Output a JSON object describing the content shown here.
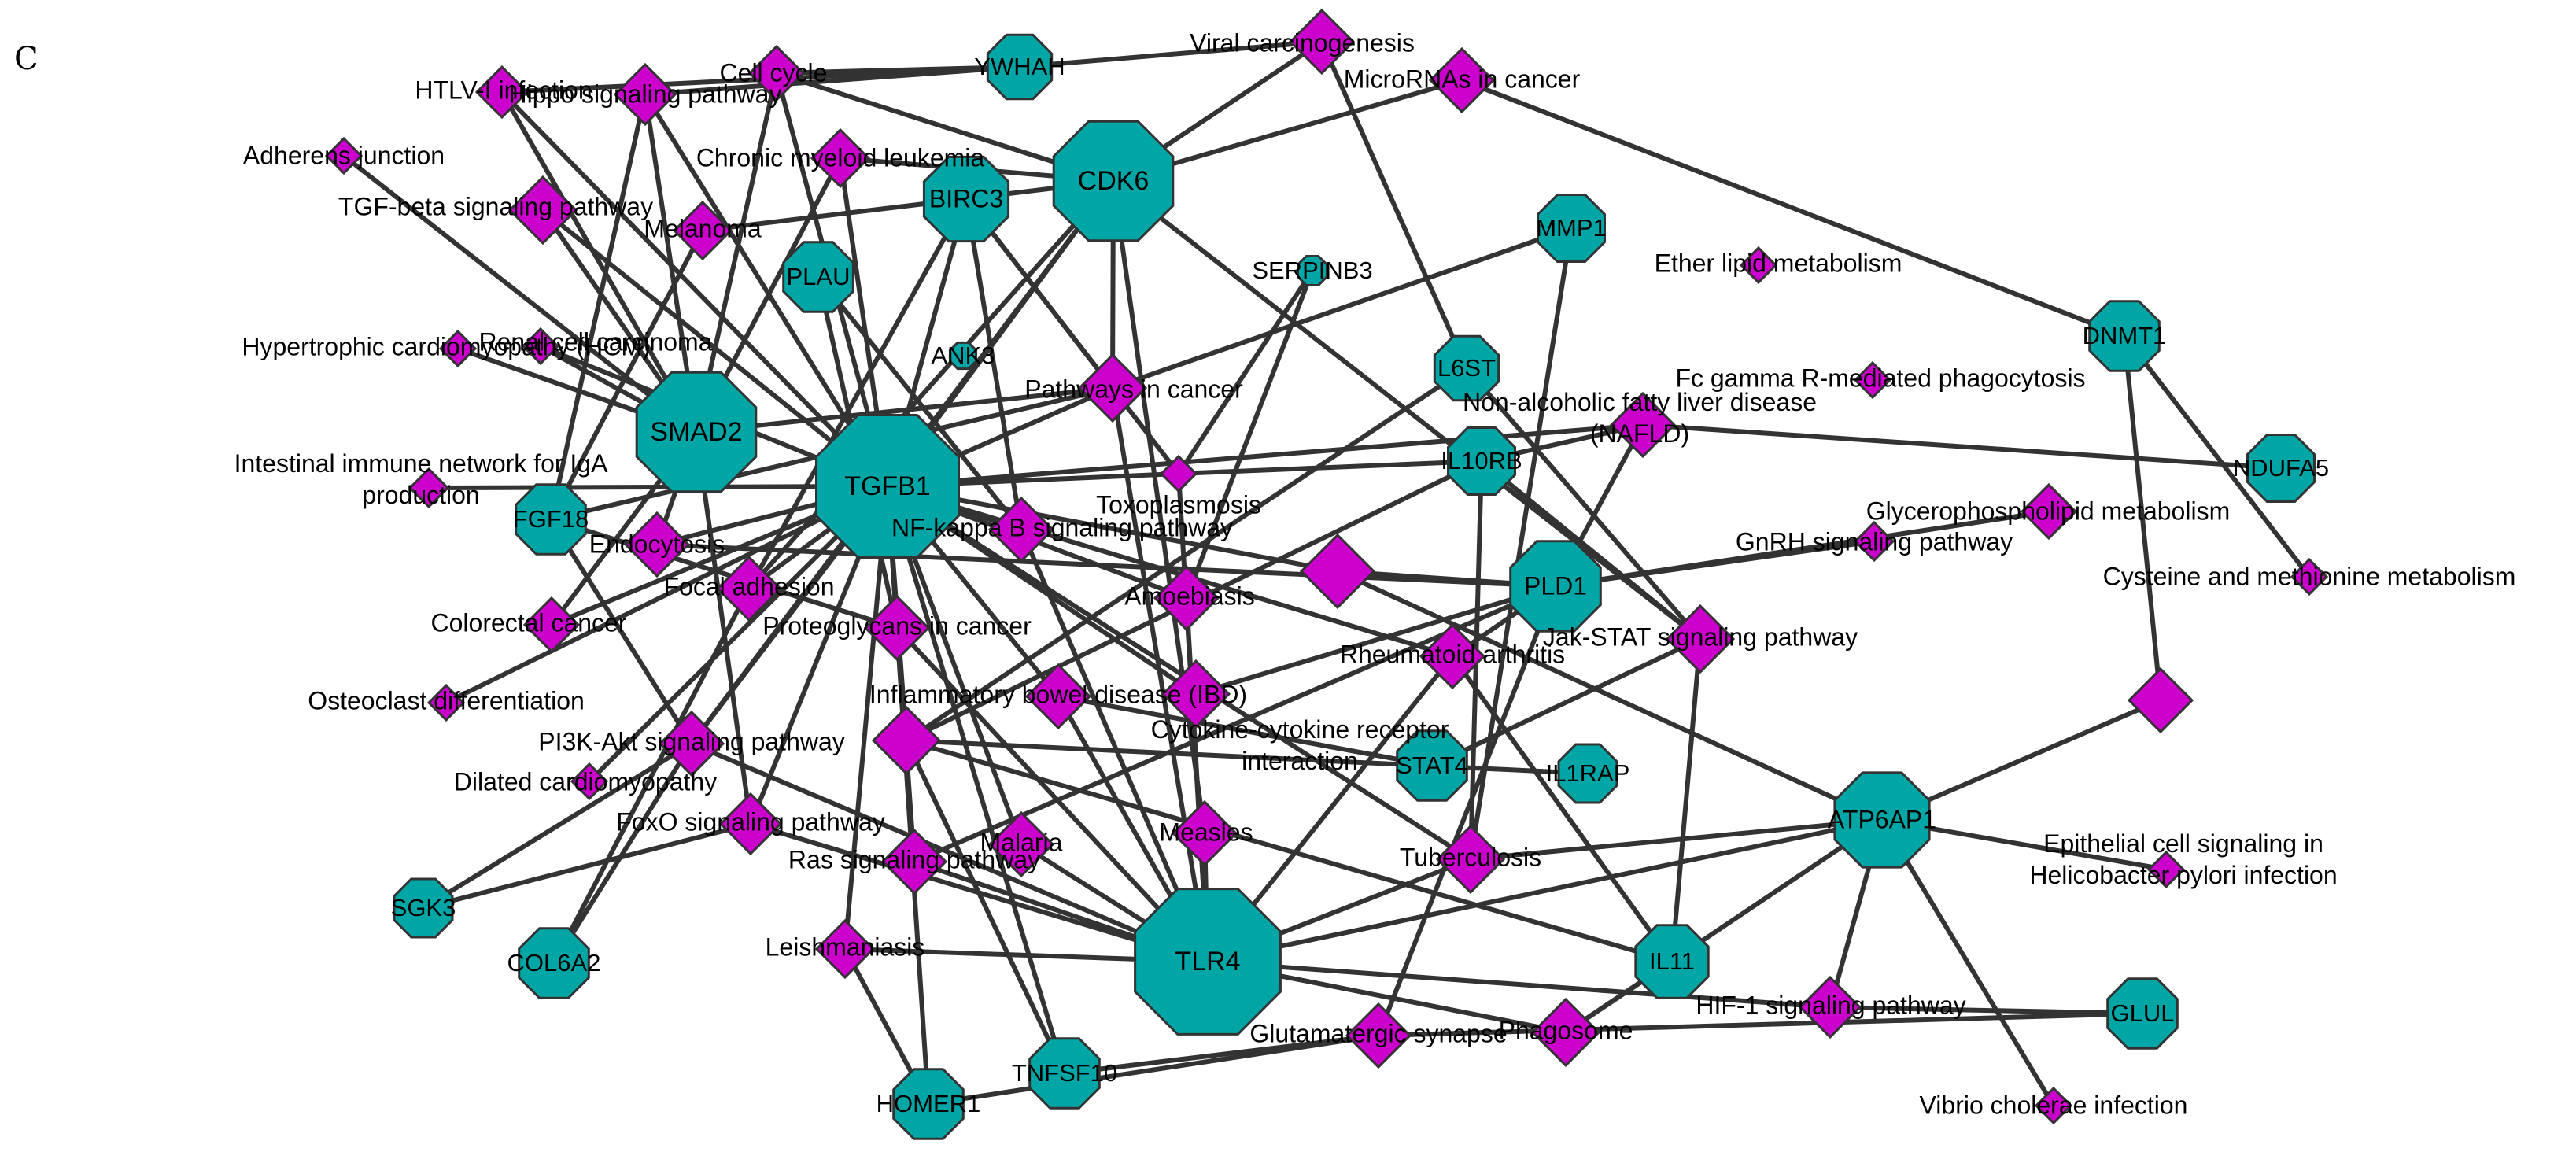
{
  "panel_label": "C",
  "colors": {
    "gene": "#00a6a6",
    "pathway": "#cc00cc",
    "edge": "#333333",
    "outline": "#333333"
  },
  "genes": [
    {
      "id": "YWHAH",
      "label": "YWHAH"
    },
    {
      "id": "CDK6",
      "label": "CDK6"
    },
    {
      "id": "BIRC3",
      "label": "BIRC3"
    },
    {
      "id": "PLAU",
      "label": "PLAU"
    },
    {
      "id": "MMP1",
      "label": "MMP1"
    },
    {
      "id": "SERPINB3",
      "label": "SERPINB3"
    },
    {
      "id": "ANK3",
      "label": "ANK3"
    },
    {
      "id": "L6ST",
      "label": "L6ST"
    },
    {
      "id": "DNMT1",
      "label": "DNMT1"
    },
    {
      "id": "SMAD2",
      "label": "SMAD2"
    },
    {
      "id": "TGFB1",
      "label": "TGFB1"
    },
    {
      "id": "IL10RB",
      "label": "IL10RB"
    },
    {
      "id": "NDUFA5",
      "label": "NDUFA5"
    },
    {
      "id": "FGF18",
      "label": "FGF18"
    },
    {
      "id": "PLD1",
      "label": "PLD1"
    },
    {
      "id": "STAT4",
      "label": "STAT4"
    },
    {
      "id": "IL1RAP",
      "label": "IL1RAP"
    },
    {
      "id": "ATP6AP1",
      "label": "ATP6AP1"
    },
    {
      "id": "SGK3",
      "label": "SGK3"
    },
    {
      "id": "COL6A2",
      "label": "COL6A2"
    },
    {
      "id": "TLR4",
      "label": "TLR4"
    },
    {
      "id": "IL11",
      "label": "IL11"
    },
    {
      "id": "GLUL",
      "label": "GLUL"
    },
    {
      "id": "TNFSF10",
      "label": "TNFSF10"
    },
    {
      "id": "HOMER1",
      "label": "HOMER1"
    }
  ],
  "pathways": [
    {
      "id": "htlv",
      "label": "HTLV-I infection"
    },
    {
      "id": "hippo",
      "label": "Hippo signaling pathway"
    },
    {
      "id": "cellcycle",
      "label": "Cell cycle"
    },
    {
      "id": "viral",
      "label": "Viral carcinogenesis"
    },
    {
      "id": "mirna",
      "label": "MicroRNAs in cancer"
    },
    {
      "id": "adherens",
      "label": "Adherens junction"
    },
    {
      "id": "cml",
      "label": "Chronic myeloid leukemia"
    },
    {
      "id": "tgfbeta",
      "label": "TGF-beta signaling pathway"
    },
    {
      "id": "melanoma",
      "label": "Melanoma"
    },
    {
      "id": "etherlipid",
      "label": "Ether lipid metabolism"
    },
    {
      "id": "hcm",
      "label": "Hypertrophic cardiomyopathy (HCM)"
    },
    {
      "id": "renal",
      "label": "Renal cell carcinoma"
    },
    {
      "id": "fcgamma",
      "label": "Fc gamma R-mediated phagocytosis"
    },
    {
      "id": "pathcancer",
      "label": "Pathways in cancer"
    },
    {
      "id": "nafld",
      "label": "Non-alcoholic fatty liver disease (NAFLD)"
    },
    {
      "id": "intestinal",
      "label": "Intestinal immune network for IgA production"
    },
    {
      "id": "toxo",
      "label": "Toxoplasmosis"
    },
    {
      "id": "nfkb",
      "label": "NF-kappa B signaling pathway"
    },
    {
      "id": "glycero",
      "label": "Glycerophospholipid metabolism"
    },
    {
      "id": "endocytosis",
      "label": "Endocytosis"
    },
    {
      "id": "gnrh",
      "label": "GnRH signaling pathway"
    },
    {
      "id": "focal",
      "label": "Focal adhesion"
    },
    {
      "id": "amoebiasis",
      "label": "Amoebiasis"
    },
    {
      "id": "unlabeled1",
      "label": ""
    },
    {
      "id": "cysteine",
      "label": "Cysteine and methionine metabolism"
    },
    {
      "id": "colorectal",
      "label": "Colorectal cancer"
    },
    {
      "id": "proteo",
      "label": "Proteoglycans in cancer"
    },
    {
      "id": "jakstat",
      "label": "Jak-STAT signaling pathway"
    },
    {
      "id": "rheum",
      "label": "Rheumatoid arthritis"
    },
    {
      "id": "osteoclast",
      "label": "Osteoclast differentiation"
    },
    {
      "id": "ibd",
      "label": "Inflammatory bowel disease (IBD)"
    },
    {
      "id": "unlabeled2",
      "label": ""
    },
    {
      "id": "pi3k",
      "label": "PI3K-Akt signaling pathway"
    },
    {
      "id": "unlabeled3",
      "label": ""
    },
    {
      "id": "cytokine",
      "label": "Cytokine-cytokine receptor interaction"
    },
    {
      "id": "dilated",
      "label": "Dilated cardiomyopathy"
    },
    {
      "id": "foxo",
      "label": "FoxO signaling pathway"
    },
    {
      "id": "malaria",
      "label": "Malaria"
    },
    {
      "id": "ras",
      "label": "Ras signaling pathway"
    },
    {
      "id": "measles",
      "label": "Measles"
    },
    {
      "id": "tuberculosis",
      "label": "Tuberculosis"
    },
    {
      "id": "epithelial",
      "label": "Epithelial cell signaling in Helicobacter pylori infection"
    },
    {
      "id": "leish",
      "label": "Leishmaniasis"
    },
    {
      "id": "hif1",
      "label": "HIF-1 signaling pathway"
    },
    {
      "id": "glutamatergic",
      "label": "Glutamatergic synapse"
    },
    {
      "id": "phagosome",
      "label": "Phagosome"
    },
    {
      "id": "vibrio",
      "label": "Vibrio cholerae infection"
    }
  ],
  "edges": [
    [
      "htlv",
      "SMAD2"
    ],
    [
      "htlv",
      "TGFB1"
    ],
    [
      "htlv",
      "YWHAH"
    ],
    [
      "hippo",
      "SMAD2"
    ],
    [
      "hippo",
      "TGFB1"
    ],
    [
      "hippo",
      "YWHAH"
    ],
    [
      "hippo",
      "FGF18"
    ],
    [
      "cellcycle",
      "YWHAH"
    ],
    [
      "cellcycle",
      "CDK6"
    ],
    [
      "cellcycle",
      "SMAD2"
    ],
    [
      "cellcycle",
      "TGFB1"
    ],
    [
      "viral",
      "YWHAH"
    ],
    [
      "viral",
      "CDK6"
    ],
    [
      "viral",
      "L6ST"
    ],
    [
      "mirna",
      "CDK6"
    ],
    [
      "mirna",
      "DNMT1"
    ],
    [
      "adherens",
      "SMAD2"
    ],
    [
      "cml",
      "CDK6"
    ],
    [
      "cml",
      "SMAD2"
    ],
    [
      "cml",
      "TGFB1"
    ],
    [
      "tgfbeta",
      "SMAD2"
    ],
    [
      "tgfbeta",
      "TGFB1"
    ],
    [
      "melanoma",
      "CDK6"
    ],
    [
      "melanoma",
      "FGF18"
    ],
    [
      "hcm",
      "SMAD2"
    ],
    [
      "renal",
      "SMAD2"
    ],
    [
      "renal",
      "TGFB1"
    ],
    [
      "pathcancer",
      "CDK6"
    ],
    [
      "pathcancer",
      "BIRC3"
    ],
    [
      "pathcancer",
      "TGFB1"
    ],
    [
      "pathcancer",
      "SMAD2"
    ],
    [
      "pathcancer",
      "MMP1"
    ],
    [
      "pathcancer",
      "TLR4"
    ],
    [
      "pathcancer",
      "FGF18"
    ],
    [
      "nafld",
      "TGFB1"
    ],
    [
      "nafld",
      "NDUFA5"
    ],
    [
      "nafld",
      "PLD1"
    ],
    [
      "nafld",
      "IL10RB"
    ],
    [
      "intestinal",
      "TGFB1"
    ],
    [
      "toxo",
      "BIRC3"
    ],
    [
      "toxo",
      "TGFB1"
    ],
    [
      "toxo",
      "TLR4"
    ],
    [
      "toxo",
      "IL10RB"
    ],
    [
      "toxo",
      "SERPINB3"
    ],
    [
      "nfkb",
      "BIRC3"
    ],
    [
      "nfkb",
      "TGFB1"
    ],
    [
      "nfkb",
      "TLR4"
    ],
    [
      "nfkb",
      "PLAU"
    ],
    [
      "glycero",
      "PLD1"
    ],
    [
      "gnrh",
      "PLD1"
    ],
    [
      "endocytosis",
      "SMAD2"
    ],
    [
      "endocytosis",
      "TGFB1"
    ],
    [
      "endocytosis",
      "PLD1"
    ],
    [
      "focal",
      "BIRC3"
    ],
    [
      "focal",
      "TGFB1"
    ],
    [
      "focal",
      "COL6A2"
    ],
    [
      "focal",
      "CDK6"
    ],
    [
      "amoebiasis",
      "TGFB1"
    ],
    [
      "amoebiasis",
      "TLR4"
    ],
    [
      "amoebiasis",
      "SERPINB3"
    ],
    [
      "unlabeled1",
      "TGFB1"
    ],
    [
      "unlabeled1",
      "PLD1"
    ],
    [
      "unlabeled1",
      "ATP6AP1"
    ],
    [
      "cysteine",
      "DNMT1"
    ],
    [
      "colorectal",
      "SMAD2"
    ],
    [
      "colorectal",
      "TGFB1"
    ],
    [
      "proteo",
      "TGFB1"
    ],
    [
      "proteo",
      "TLR4"
    ],
    [
      "proteo",
      "PLAU"
    ],
    [
      "proteo",
      "FGF18"
    ],
    [
      "jakstat",
      "L6ST"
    ],
    [
      "jakstat",
      "IL10RB"
    ],
    [
      "jakstat",
      "STAT4"
    ],
    [
      "jakstat",
      "IL11"
    ],
    [
      "jakstat",
      "CDK6"
    ],
    [
      "rheum",
      "TGFB1"
    ],
    [
      "rheum",
      "TLR4"
    ],
    [
      "rheum",
      "IL11"
    ],
    [
      "rheum",
      "PLD1"
    ],
    [
      "osteoclast",
      "TGFB1"
    ],
    [
      "ibd",
      "TGFB1"
    ],
    [
      "ibd",
      "TLR4"
    ],
    [
      "ibd",
      "STAT4"
    ],
    [
      "unlabeled2",
      "TGFB1"
    ],
    [
      "unlabeled2",
      "PLD1"
    ],
    [
      "pi3k",
      "TGFB1"
    ],
    [
      "pi3k",
      "TLR4"
    ],
    [
      "pi3k",
      "SGK3"
    ],
    [
      "pi3k",
      "COL6A2"
    ],
    [
      "pi3k",
      "CDK6"
    ],
    [
      "pi3k",
      "FGF18"
    ],
    [
      "unlabeled3",
      "ATP6AP1"
    ],
    [
      "unlabeled3",
      "DNMT1"
    ],
    [
      "cytokine",
      "TGFB1"
    ],
    [
      "cytokine",
      "IL10RB"
    ],
    [
      "cytokine",
      "IL1RAP"
    ],
    [
      "cytokine",
      "TNFSF10"
    ],
    [
      "cytokine",
      "IL11"
    ],
    [
      "cytokine",
      "L6ST"
    ],
    [
      "dilated",
      "TGFB1"
    ],
    [
      "foxo",
      "TGFB1"
    ],
    [
      "foxo",
      "SMAD2"
    ],
    [
      "foxo",
      "SGK3"
    ],
    [
      "foxo",
      "TLR4"
    ],
    [
      "malaria",
      "TGFB1"
    ],
    [
      "malaria",
      "TLR4"
    ],
    [
      "ras",
      "TGFB1"
    ],
    [
      "ras",
      "TLR4"
    ],
    [
      "ras",
      "PLD1"
    ],
    [
      "measles",
      "TLR4"
    ],
    [
      "measles",
      "CDK6"
    ],
    [
      "tuberculosis",
      "TLR4"
    ],
    [
      "tuberculosis",
      "IL10RB"
    ],
    [
      "tuberculosis",
      "ATP6AP1"
    ],
    [
      "tuberculosis",
      "MMP1"
    ],
    [
      "tuberculosis",
      "TGFB1"
    ],
    [
      "epithelial",
      "ATP6AP1"
    ],
    [
      "vibrio",
      "ATP6AP1"
    ],
    [
      "leish",
      "TGFB1"
    ],
    [
      "leish",
      "TLR4"
    ],
    [
      "leish",
      "HOMER1"
    ],
    [
      "hif1",
      "TLR4"
    ],
    [
      "hif1",
      "GLUL"
    ],
    [
      "hif1",
      "ATP6AP1"
    ],
    [
      "glutamatergic",
      "TNFSF10"
    ],
    [
      "glutamatergic",
      "GLUL"
    ],
    [
      "glutamatergic",
      "PLD1"
    ],
    [
      "glutamatergic",
      "HOMER1"
    ],
    [
      "phagosome",
      "TLR4"
    ],
    [
      "phagosome",
      "ATP6AP1"
    ],
    [
      "phagosome",
      "IL11"
    ],
    [
      "TNFSF10",
      "TGFB1"
    ],
    [
      "TLR4",
      "ATP6AP1"
    ],
    [
      "HOMER1",
      "TGFB1"
    ],
    [
      "CDK6",
      "TGFB1"
    ],
    [
      "BIRC3",
      "TGFB1"
    ]
  ]
}
